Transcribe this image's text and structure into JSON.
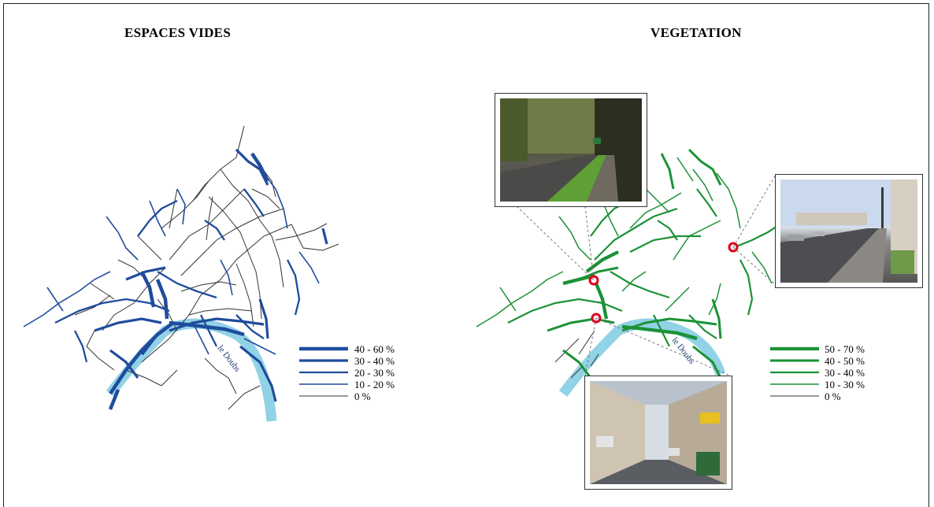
{
  "left_panel": {
    "title": "ESPACES VIDES",
    "river_label": "le Doubs",
    "line_color": "#1f4c9c",
    "minor_line_color": "#333333",
    "river_color": "#92d2e6",
    "legend": [
      {
        "label": "40 - 60 %"
      },
      {
        "label": "30 - 40 %"
      },
      {
        "label": "20 - 30 %"
      },
      {
        "label": "10 - 20 %"
      },
      {
        "label": "0 %"
      }
    ]
  },
  "right_panel": {
    "title": "VEGETATION",
    "river_label": "le Doubs",
    "line_color": "#1b9236",
    "minor_line_color": "#333333",
    "river_color": "#92d2e6",
    "marker_color": "#e3001b",
    "legend": [
      {
        "label": "50 - 70 %"
      },
      {
        "label": "40 - 50 %"
      },
      {
        "label": "30 - 40 %"
      },
      {
        "label": "10 - 30 %"
      },
      {
        "label": "0 %"
      }
    ],
    "photos": [
      {
        "name": "photo-tree-lined-avenue",
        "subject": "tree-lined road with grass strip"
      },
      {
        "name": "photo-wide-street",
        "subject": "wide street with parked cars"
      },
      {
        "name": "photo-town-street",
        "subject": "narrow town street with shops"
      }
    ]
  }
}
